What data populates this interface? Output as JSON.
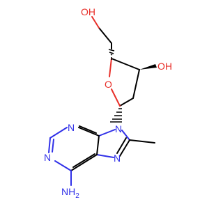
{
  "molecule": {
    "atoms": {
      "hydroxyl_top": "OH",
      "hydroxyl_right": "OH",
      "ring_oxygen": "O",
      "n9": "N",
      "n7": "N",
      "n3": "N",
      "n1": "N",
      "amine": "NH",
      "amine_sub": "2"
    },
    "colors": {
      "carbon_bond": "#000000",
      "oxygen": "#e8302a",
      "nitrogen": "#3030e8",
      "background": "#ffffff"
    }
  }
}
